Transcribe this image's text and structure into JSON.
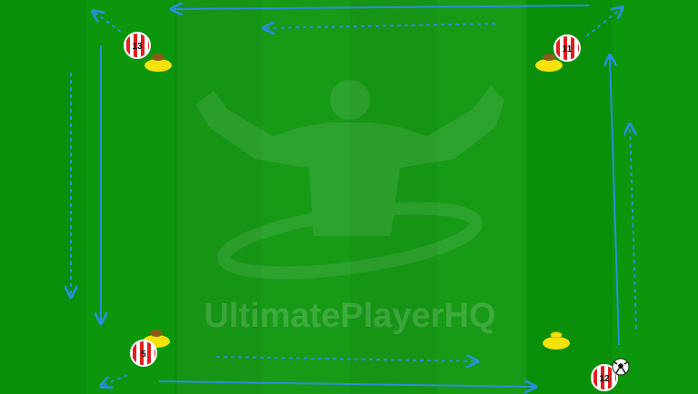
{
  "watermark": {
    "brand": "UltimatePlayerHQ"
  },
  "players": [
    {
      "number": "13"
    },
    {
      "number": "11"
    },
    {
      "number": "5"
    },
    {
      "number": "12"
    }
  ],
  "colors": {
    "grass": "#0a8f0a",
    "grass_band": "#0c9a0c",
    "arrow": "#2a8fd8",
    "cone": "#f4e20a",
    "cone_top": "#8a5a1a",
    "shirt_red": "#e02020",
    "shirt_white": "#ffffff"
  },
  "icons": {
    "cone": "training-cone-icon",
    "ball": "soccer-ball-icon"
  }
}
